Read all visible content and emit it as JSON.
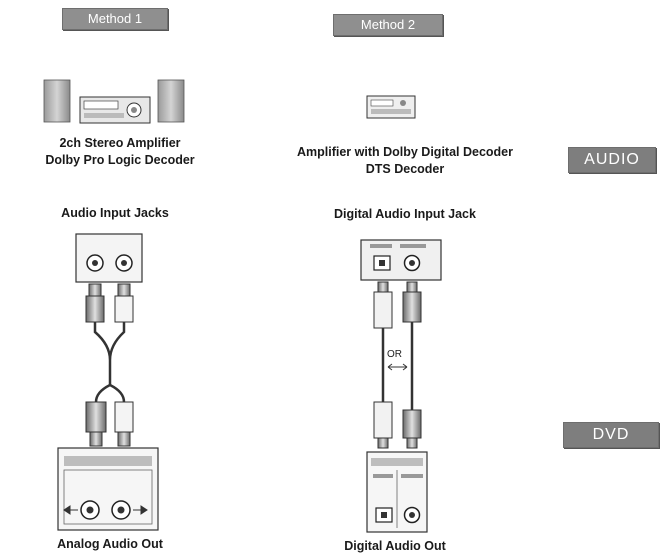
{
  "method1": {
    "tag": "Method 1",
    "device_line1": "2ch Stereo Amplifier",
    "device_line2": "Dolby Pro Logic Decoder",
    "input_label": "Audio Input Jacks",
    "output_label": "Analog Audio Out"
  },
  "method2": {
    "tag": "Method 2",
    "device_line1": "Amplifier with Dolby Digital Decoder",
    "device_line2": "DTS Decoder",
    "input_label": "Digital Audio Input Jack",
    "or_label": "OR",
    "output_label": "Digital Audio Out"
  },
  "side_labels": {
    "audio": "AUDIO",
    "dvd": "DVD"
  }
}
